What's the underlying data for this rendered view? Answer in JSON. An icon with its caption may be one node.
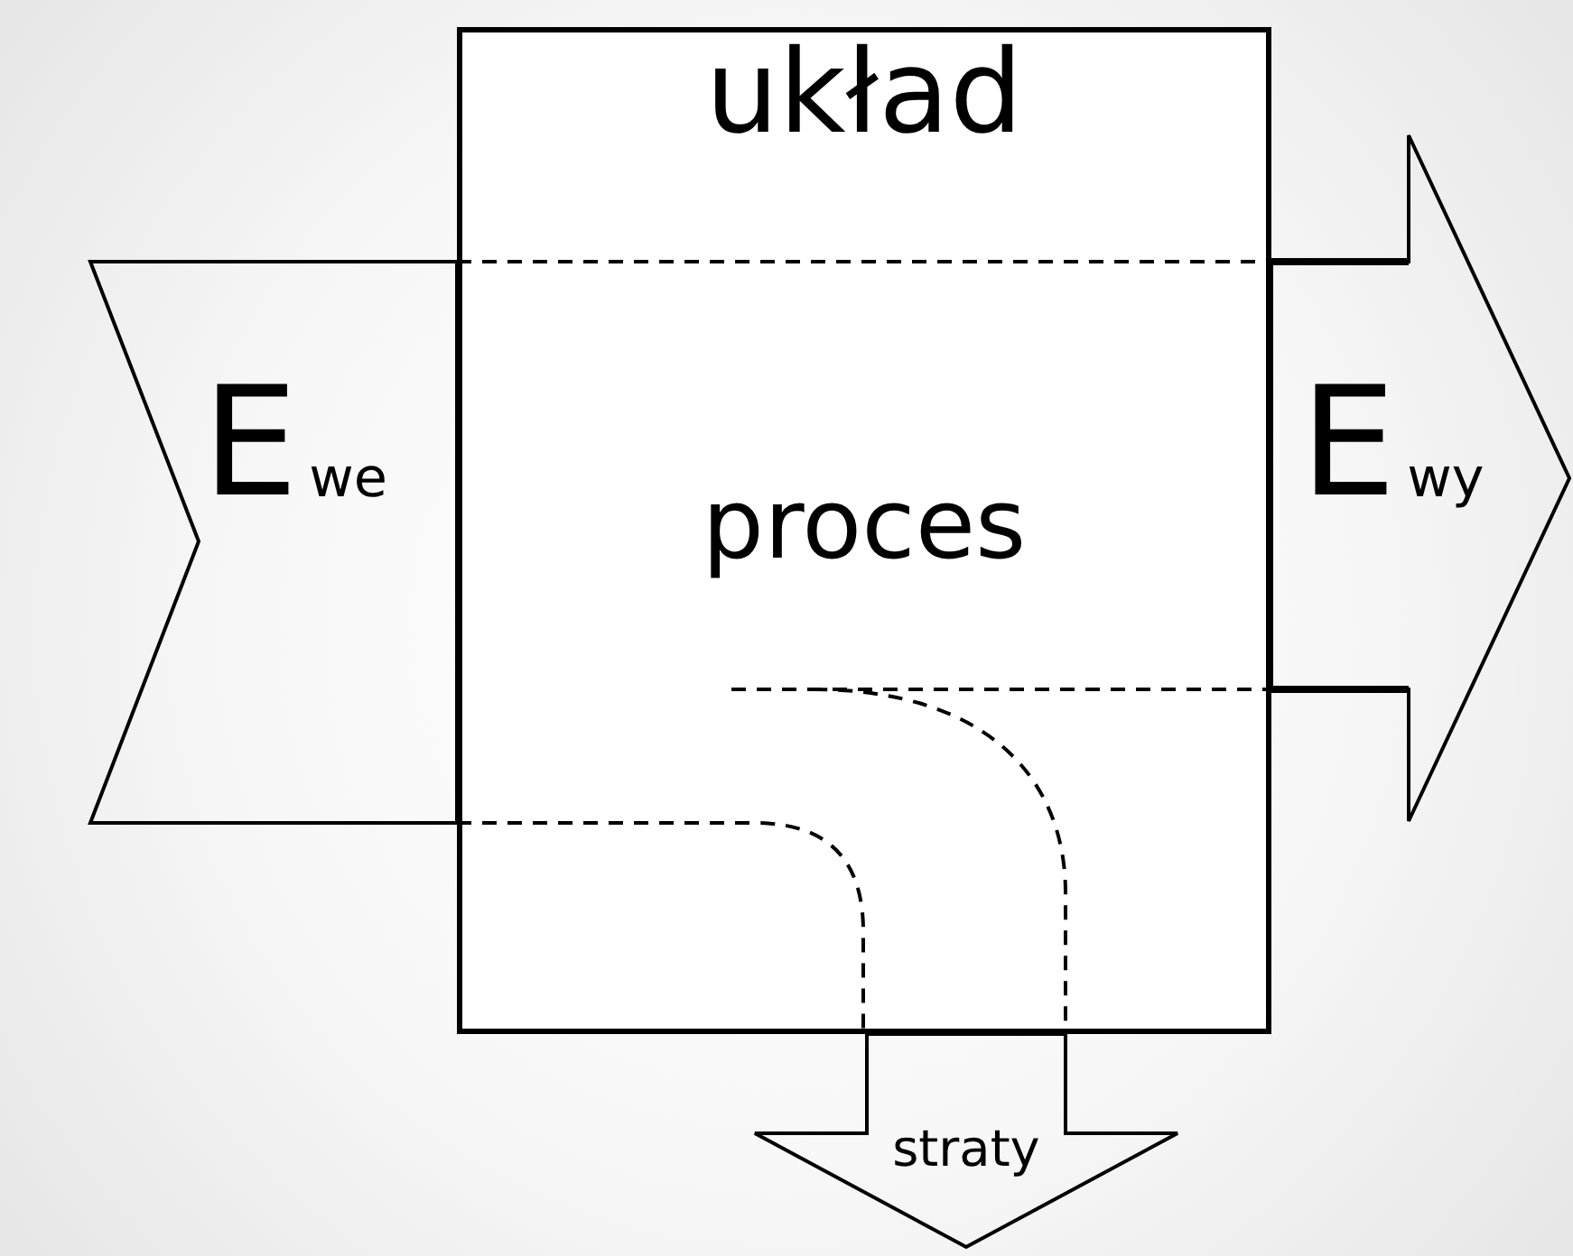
{
  "diagram": {
    "nodes": [
      {
        "text": [
          "układ",
          "proces"
        ]
      },
      {
        "text": [
          "E$_{we}$"
        ]
      },
      {
        "text": [
          "E$_{wy}$"
        ]
      },
      {
        "text": [
          "straty"
        ]
      }
    ]
  }
}
